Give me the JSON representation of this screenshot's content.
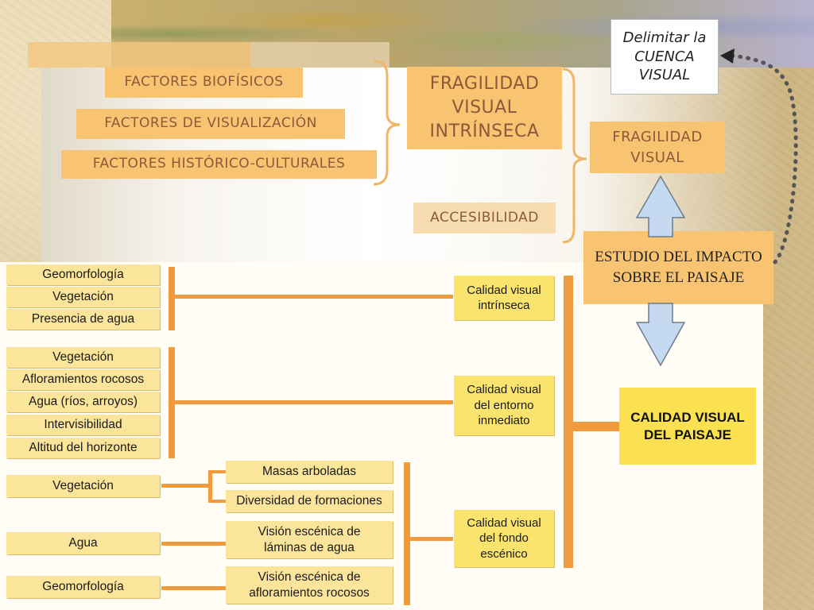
{
  "upper": {
    "factores": [
      "FACTORES BIOFÍSICOS",
      "FACTORES DE VISUALIZACIÓN",
      "FACTORES HISTÓRICO-CULTURALES"
    ],
    "fragilidad_intrinseca": "FRAGILIDAD VISUAL INTRÍNSECA",
    "accesibilidad": "ACCESIBILIDAD",
    "fragilidad_visual": "FRAGILIDAD VISUAL",
    "estudio": "ESTUDIO DEL IMPACTO SOBRE EL PAISAJE",
    "delimitar": "Delimitar la CUENCA VISUAL"
  },
  "lower": {
    "group1": [
      "Geomorfología",
      "Vegetación",
      "Presencia de agua"
    ],
    "group2": [
      "Vegetación",
      "Afloramientos rocosos",
      "Agua (ríos, arroyos)",
      "Intervisibilidad",
      "Altitud del horizonte"
    ],
    "group3_left": [
      "Vegetación",
      "Agua",
      "Geomorfología"
    ],
    "group3_mid": [
      "Masas arboladas",
      "Diversidad de formaciones",
      "Visión escénica de láminas de agua",
      "Visión escénica de afloramientos rocosos"
    ],
    "calidad": [
      "Calidad visual intrínseca",
      "Calidad visual del entorno inmediato",
      "Calidad visual del fondo escénico"
    ],
    "final": "CALIDAD VISUAL DEL PAISAJE"
  },
  "colors": {
    "orange_box": "#f8c472",
    "peach_box": "#f7dcb0",
    "yellow_box": "#fbe59b",
    "connector": "#f19a3e",
    "arrow_fill": "#c5d9f1"
  }
}
